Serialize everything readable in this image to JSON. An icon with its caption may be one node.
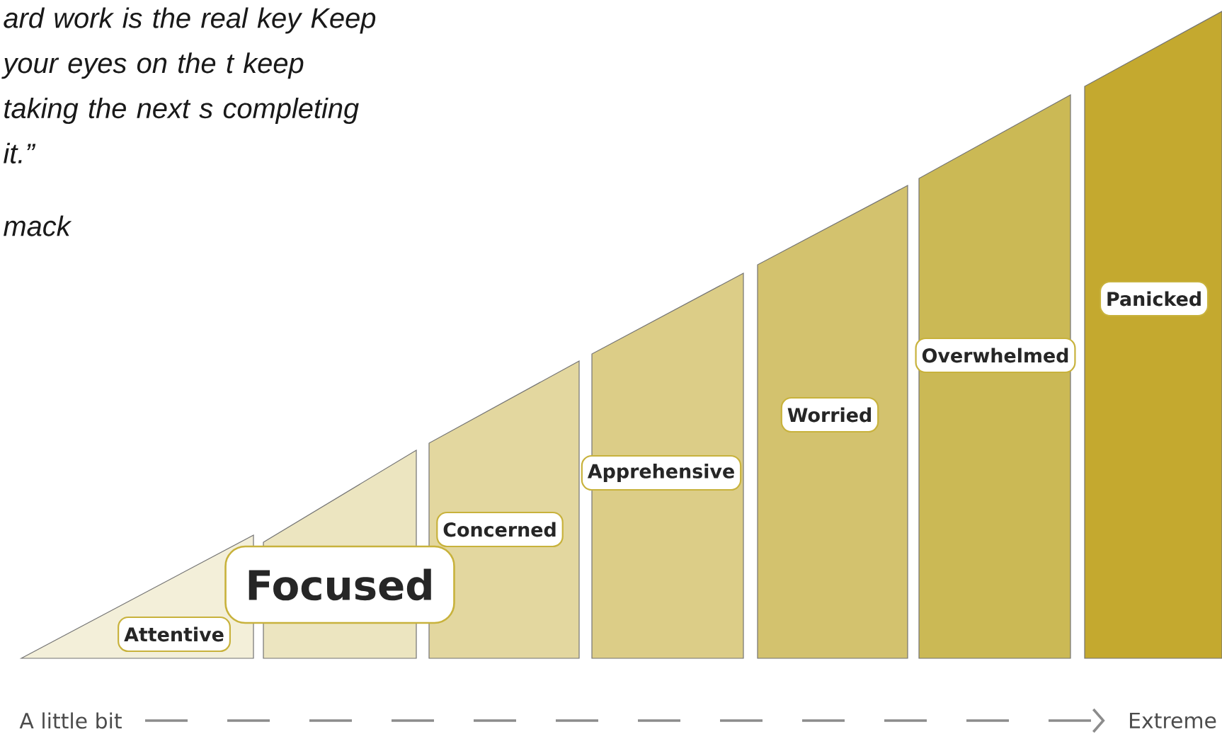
{
  "diagram": {
    "nodes": [
      {
        "text": [
          "Attentive"
        ]
      },
      {
        "text": [
          "Focused"
        ]
      },
      {
        "text": [
          "Concerned"
        ]
      },
      {
        "text": [
          "Apprehensive"
        ]
      },
      {
        "text": [
          "Worried"
        ]
      },
      {
        "text": [
          "Overwhelmed"
        ]
      },
      {
        "text": [
          "Panicked"
        ]
      },
      {
        "text": [
          "A little bit"
        ]
      },
      {
        "text": [
          "Extreme"
        ]
      }
    ],
    "edges": [
      {
        "from": 7,
        "to": 8,
        "arrow": "to",
        "style": "dashed"
      }
    ],
    "labels": [
      "ard work is the real key Keep your eyes on the t keep taking the next s completing it.”",
      "mack"
    ]
  }
}
